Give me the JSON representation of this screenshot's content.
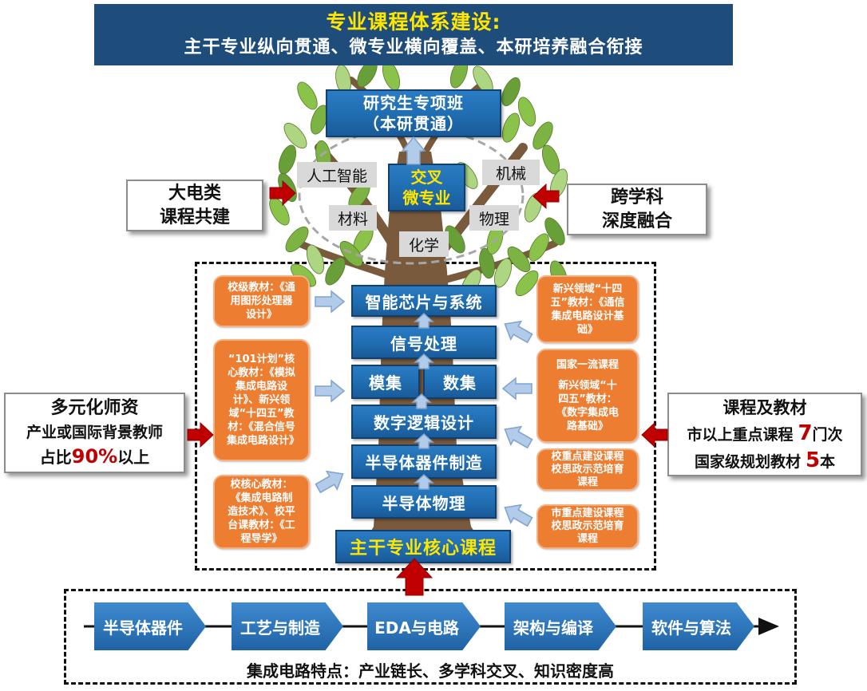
{
  "banner": {
    "title": "专业课程体系建设:",
    "subtitle": "主干专业纵向贯通、微专业横向覆盖、本研培养融合衔接"
  },
  "graduate_class": {
    "line1": "研究生专项班",
    "line2": "（本研贯通）"
  },
  "micro_major": {
    "line1": "交叉",
    "line2": "微专业"
  },
  "disciplines": {
    "ai": "人工智能",
    "mechanical": "机械",
    "materials": "材料",
    "physics": "物理",
    "chemistry": "化学"
  },
  "left_top_note": {
    "line1": "大电类",
    "line2": "课程共建"
  },
  "right_top_note": {
    "line1": "跨学科",
    "line2": "深度融合"
  },
  "core_courses": {
    "intelligent_chips": "智能芯片与系统",
    "signal_processing": "信号处理",
    "analog_ic": "模集",
    "digital_ic": "数集",
    "digital_logic": "数字逻辑设计",
    "device_fabrication": "半导体器件制造",
    "semiconductor_physics": "半导体物理",
    "title": "主干专业核心课程"
  },
  "left_materials": [
    {
      "text": "校级教材：《通用图形处理器设计》"
    },
    {
      "text": "“101计划”核心教材：《模拟集成电路设计》、新兴领域“十四五”教材：《混合信号集成电路设计》"
    },
    {
      "text": "校核心教材：《集成电路制造技术》、校平台课教材：《工程导学》"
    }
  ],
  "right_materials": [
    {
      "text": "新兴领域“十四五”教材：《通信集成电路设计基础》"
    },
    {
      "title": "国家一流课程",
      "text": "新兴领域“十四五”教材：《数字集成电路基础》"
    },
    {
      "line1": "校重点建设课程",
      "line2": "校思政示范培育课程"
    },
    {
      "line1": "市重点建设课程",
      "line2": "校思政示范培育课程"
    }
  ],
  "faculty": {
    "title": "多元化师资",
    "line2": "产业或国际背景教师",
    "ratio_prefix": "占比",
    "ratio_value": "90%",
    "ratio_suffix": "以上"
  },
  "course_stats": {
    "title": "课程及教材",
    "key_courses_label": "市以上重点课程",
    "key_courses_value": "7",
    "key_courses_unit": "门次",
    "textbooks_label": "国家级规划教材",
    "textbooks_value": "5",
    "textbooks_unit": "本"
  },
  "industry_chain": {
    "stages": [
      "半导体器件",
      "工艺与制造",
      "EDA与电路",
      "架构与编译",
      "软件与算法"
    ],
    "caption": "集成电路特点：产业链长、多学科交叉、知识密度高"
  },
  "colors": {
    "banner_bg": "#1e4c7b",
    "accent_yellow": "#ffe600",
    "box_blue": "#1f6cb0",
    "card_orange": "#ed7d31",
    "emphasis_red": "#c00000",
    "arrow_light_blue": "#b1cbe9",
    "tag_gray": "#d9d9d9"
  }
}
